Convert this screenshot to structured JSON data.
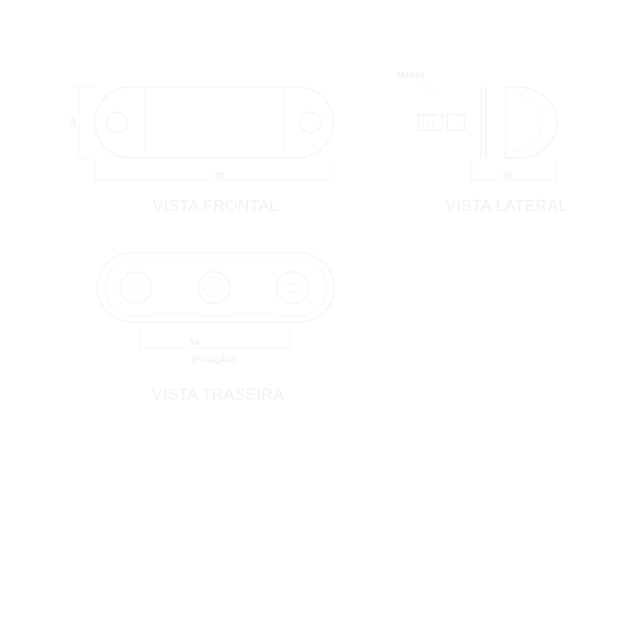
{
  "colors": {
    "background": "#ffffff",
    "line": "#f4f4f4",
    "text": "#ececec"
  },
  "views": {
    "front": {
      "title": "VISTA FRONTAL",
      "width_dim": "85",
      "height_dim": "26"
    },
    "side": {
      "title": "VISTA LATERAL",
      "depth_dim": "33",
      "thread_label": "M4X16"
    },
    "rear": {
      "title": "VISTA TRASEIRA",
      "mount_dim": "54",
      "mount_note": "(FIXAÇÃO)"
    }
  }
}
